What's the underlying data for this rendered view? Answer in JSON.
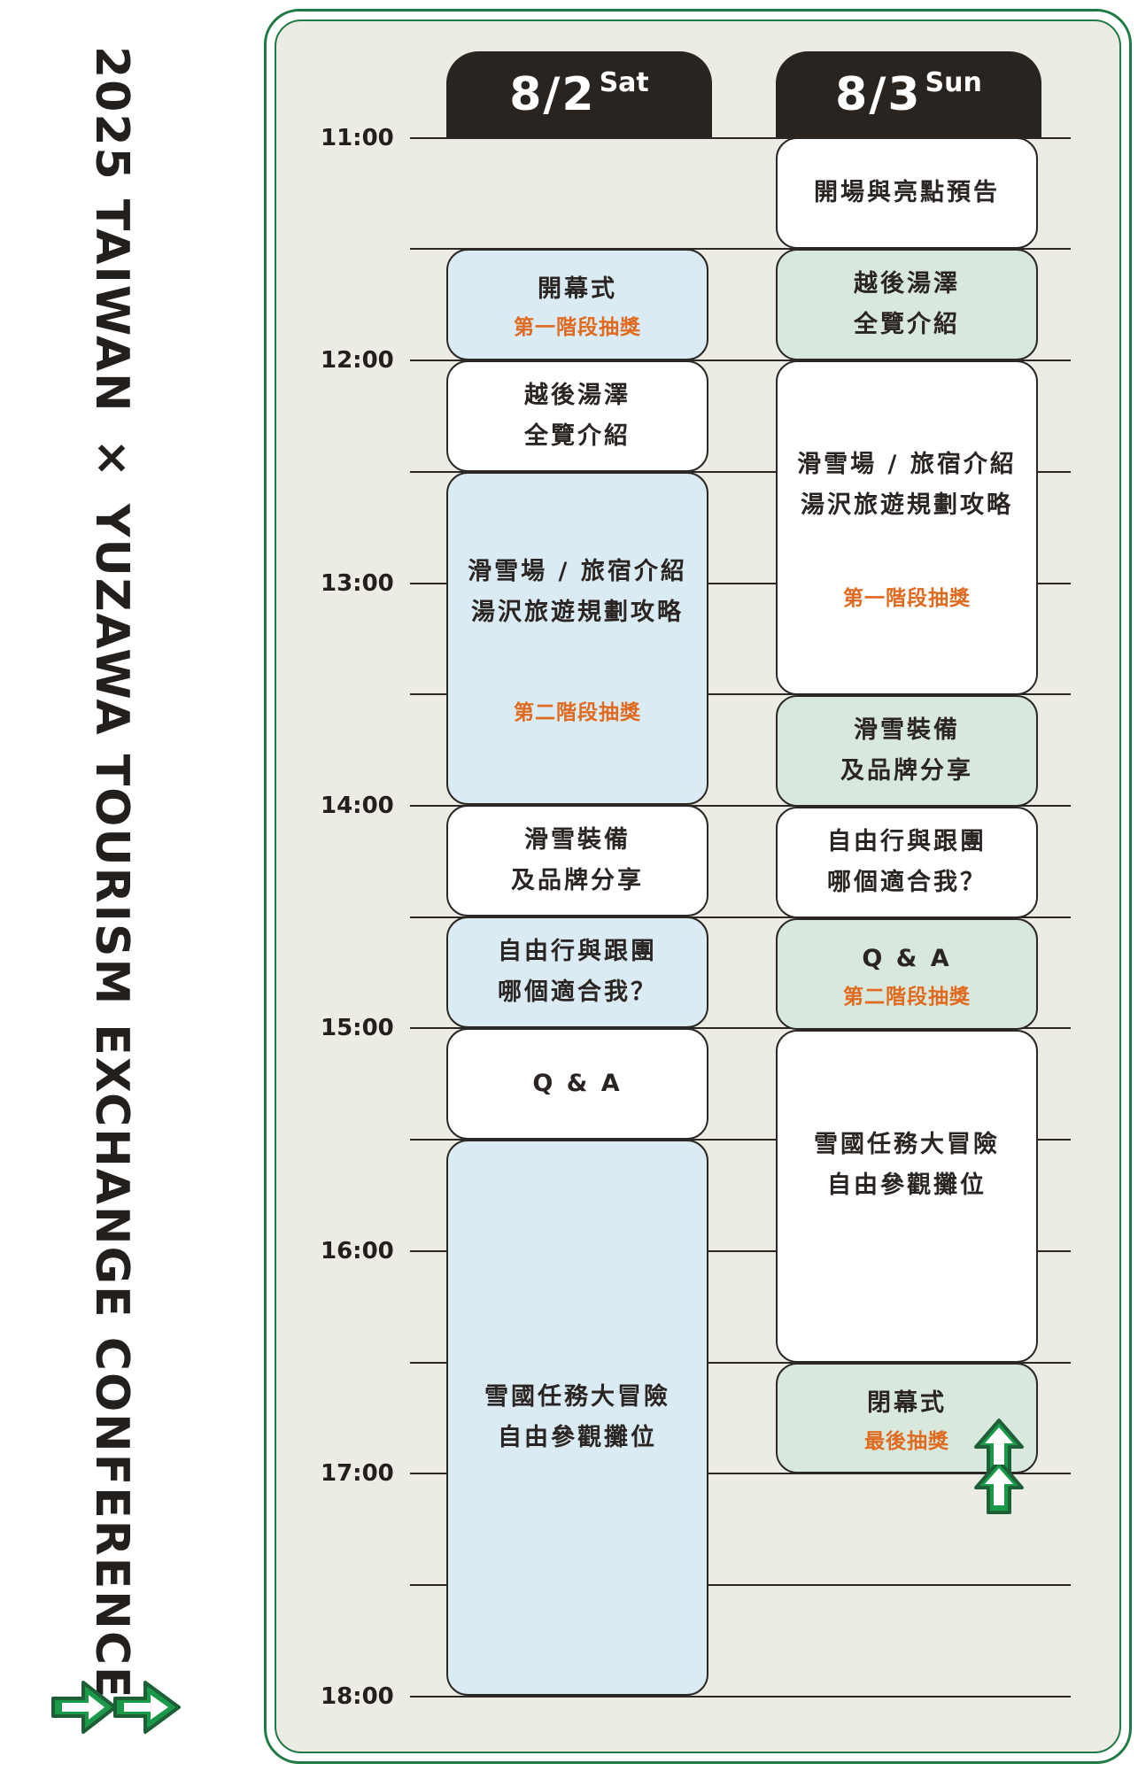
{
  "title": "2025 TAIWAN × YUZAWA TOURISM EXCHANGE CONFERENCE",
  "icons": [
    "double-right-arrow-icon",
    "double-up-arrow-icon"
  ],
  "colors": {
    "frame": "#1f7a45",
    "header": "#2a2420",
    "prize": "#e06a1f",
    "day1_block": "#daebf3",
    "day2_block": "#d9e8dc",
    "background": "#ecebe4"
  },
  "times": [
    "11:00",
    "12:00",
    "13:00",
    "14:00",
    "15:00",
    "16:00",
    "17:00",
    "18:00"
  ],
  "days": [
    {
      "date": "8/2",
      "dow": "Sat",
      "sessions": [
        {
          "title": "開幕式",
          "prize": "第一階段抽獎"
        },
        {
          "title": "越後湯澤\n全覽介紹"
        },
        {
          "title": "滑雪場 / 旅宿介紹\n湯沢旅遊規劃攻略",
          "prize": "第二階段抽獎"
        },
        {
          "title": "滑雪裝備\n及品牌分享"
        },
        {
          "title": "自由行與跟團\n哪個適合我？"
        },
        {
          "title": "Q & A"
        },
        {
          "title": "雪國任務大冒險\n自由參觀攤位"
        }
      ]
    },
    {
      "date": "8/3",
      "dow": "Sun",
      "sessions": [
        {
          "title": "開場與亮點預告"
        },
        {
          "title": "越後湯澤\n全覽介紹"
        },
        {
          "title": "滑雪場 / 旅宿介紹\n湯沢旅遊規劃攻略",
          "prize": "第一階段抽獎"
        },
        {
          "title": "滑雪裝備\n及品牌分享"
        },
        {
          "title": "自由行與跟團\n哪個適合我？"
        },
        {
          "title": "Q & A",
          "prize": "第二階段抽獎"
        },
        {
          "title": "雪國任務大冒險\n自由參觀攤位"
        },
        {
          "title": "閉幕式",
          "prize": "最後抽獎"
        }
      ]
    }
  ]
}
